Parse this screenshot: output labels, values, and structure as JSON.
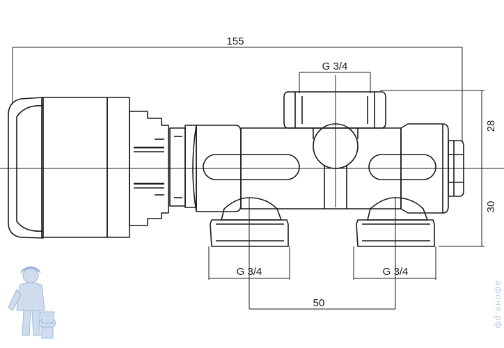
{
  "dimensions": {
    "overall_length": "155",
    "top_thread": "G 3/4",
    "left_bottom_thread": "G 3/4",
    "right_bottom_thread": "G 3/4",
    "center_distance": "50",
    "upper_height": "28",
    "lower_height": "30"
  },
  "watermark": {
    "text": "афоня.рф",
    "logo": "plumber-mascot-icon"
  },
  "colors": {
    "line": "#1a1a1a",
    "watermark": "#b9cde6"
  }
}
